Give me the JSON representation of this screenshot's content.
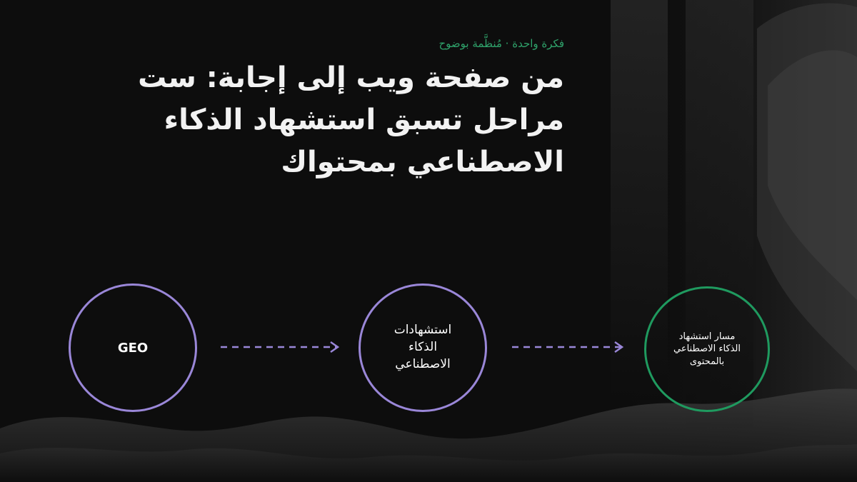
{
  "header": {
    "kicker": "فكرة واحدة · مُنظَّمة بوضوح",
    "title": "من صفحة ويب إلى إجابة: ست مراحل تسبق استشهاد الذكاء الاصطناعي بمحتواك"
  },
  "nodes": [
    {
      "label": "GEO"
    },
    {
      "label": "استشهادات\nالذكاء\nالاصطناعي"
    },
    {
      "label": "مسار استشهاد\nالذكاء الاصطناعي\nبالمحتوى"
    }
  ],
  "colors": {
    "accent_green": "#1f9a5f",
    "accent_purple": "#9a87d8",
    "background": "#0d0d0d",
    "title_text": "#f2f2f2"
  }
}
